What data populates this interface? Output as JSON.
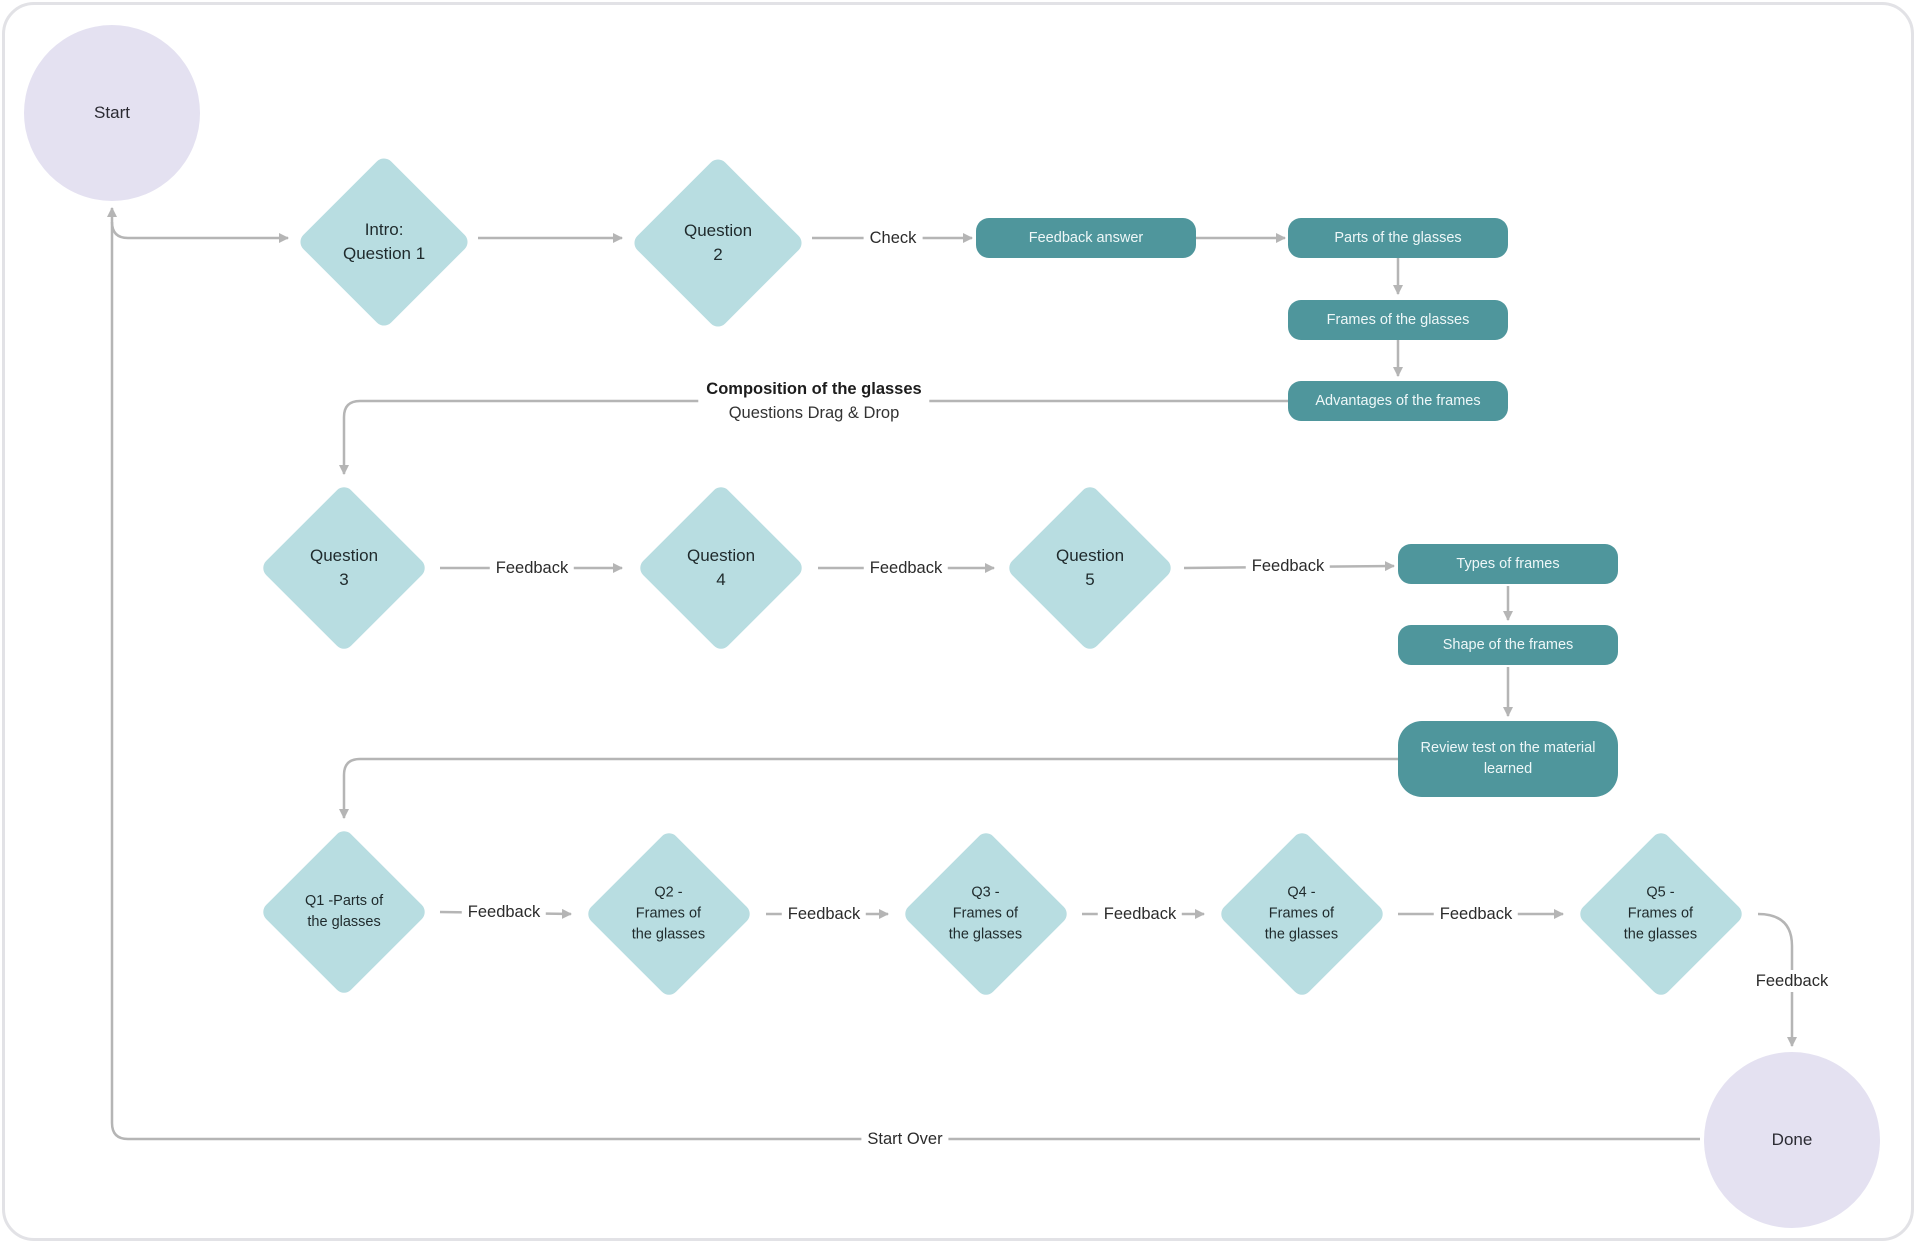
{
  "nodes": {
    "start": "Start",
    "intro_q1": "Intro:\nQuestion 1",
    "q2": "Question\n2",
    "feedback_answer": "Feedback answer",
    "parts_glasses": "Parts of the glasses",
    "frames_glasses": "Frames of the glasses",
    "advantages_frames": "Advantages of the frames",
    "q3": "Question\n3",
    "q4": "Question\n4",
    "q5": "Question\n5",
    "types_frames": "Types of frames",
    "shape_frames": "Shape of the frames",
    "review_test": "Review test on the material learned",
    "r_q1": "Q1 -Parts of\nthe glasses",
    "r_q2": "Q2 -\nFrames of\nthe glasses",
    "r_q3": "Q3 -\nFrames of\nthe glasses",
    "r_q4": "Q4 -\nFrames of\nthe glasses",
    "r_q5": "Q5 -\nFrames of\nthe glasses",
    "done": "Done"
  },
  "edge_labels": {
    "check": "Check",
    "section_title": "Composition of the glasses",
    "section_sub": "Questions Drag & Drop",
    "fb_q3_q4": "Feedback",
    "fb_q4_q5": "Feedback",
    "fb_q5_types": "Feedback",
    "fb_rq1_rq2": "Feedback",
    "fb_rq2_rq3": "Feedback",
    "fb_rq3_rq4": "Feedback",
    "fb_rq4_rq5": "Feedback",
    "fb_rq5_done": "Feedback",
    "start_over": "Start Over"
  },
  "colors": {
    "start_end": "#e4e1f1",
    "diamond": "#b8dde1",
    "process": "#4f969c",
    "connector": "#b5b5b5"
  }
}
